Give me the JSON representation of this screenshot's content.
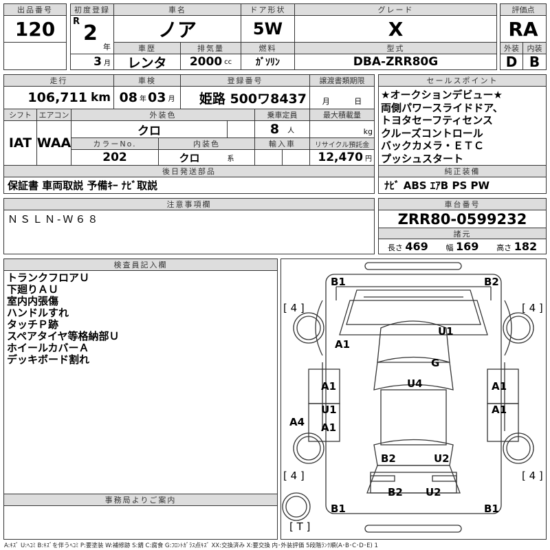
{
  "lot": {
    "label": "出品番号",
    "value": "120"
  },
  "first_reg": {
    "label": "初度登録",
    "era": "R",
    "year": "2",
    "year_unit": "年",
    "month": "3",
    "month_unit": "月"
  },
  "car_name": {
    "label": "車名",
    "value": "ノア"
  },
  "door": {
    "label": "ドア形状",
    "value": "5W"
  },
  "grade": {
    "label": "グレード",
    "value": "X"
  },
  "history": {
    "label": "車歴",
    "value": "レンタ"
  },
  "displacement": {
    "label": "排気量",
    "value": "2000",
    "unit": "cc"
  },
  "fuel": {
    "label": "燃料",
    "value": "ｶﾞｿﾘﾝ"
  },
  "model": {
    "label": "型式",
    "value": "DBA-ZRR80G"
  },
  "score": {
    "label": "評価点",
    "value": "RA",
    "ext_label": "外装",
    "int_label": "内装",
    "ext": "D",
    "int": "B"
  },
  "mileage": {
    "label": "走行",
    "value": "106,711",
    "unit": "km"
  },
  "inspection": {
    "label": "車検",
    "year": "08",
    "year_unit": "年",
    "month": "03",
    "month_unit": "月"
  },
  "plate": {
    "label": "登録番号",
    "value": "姫路 500ワ8437"
  },
  "transfer": {
    "label": "譲渡書類期限",
    "month_unit": "月",
    "day_unit": "日"
  },
  "shift": {
    "label": "シフト",
    "value": "IAT"
  },
  "aircon": {
    "label": "エアコン",
    "value": "WAA"
  },
  "ext_color": {
    "label": "外装色",
    "value": "クロ"
  },
  "capacity": {
    "label": "乗車定員",
    "value": "8",
    "unit": "人"
  },
  "max_load": {
    "label": "最大積載量",
    "unit": "kg"
  },
  "color_no": {
    "label": "カラーNo.",
    "value": "202"
  },
  "int_color": {
    "label": "内装色",
    "value": "クロ",
    "unit": "系"
  },
  "import": {
    "label": "輸入車"
  },
  "recycle": {
    "label": "リサイクル預託金",
    "value": "12,470",
    "unit": "円"
  },
  "later_parts": {
    "label": "後日発送部品",
    "value": "保証書 車両取説 予備ｷｰ ﾅﾋﾞ取説"
  },
  "sales_points": {
    "label": "セールスポイント",
    "lines": [
      "★オークションデビュー★",
      "両側パワースライドドア、",
      "トヨタセーフティセンス",
      "クルーズコントロール",
      "バックカメラ・ＥＴＣ",
      "プッシュスタート"
    ]
  },
  "equipment": {
    "label": "純正装備",
    "value": "ﾅﾋﾞ ABS ｴｱB PS PW"
  },
  "notes": {
    "label": "注意事項欄",
    "value": "ＮＳＬＮ-Ｗ６８"
  },
  "chassis": {
    "label": "車台番号",
    "value": "ZRR80-0599232"
  },
  "specs": {
    "label": "諸元",
    "length_label": "長さ",
    "length": "469",
    "width_label": "幅",
    "width": "169",
    "height_label": "高さ",
    "height": "182"
  },
  "inspector": {
    "label": "検査員記入欄",
    "lines": [
      "トランクフロアＵ",
      "下廻りＡＵ",
      "室内内張傷",
      "ハンドルすれ",
      "タッチＰ跡",
      "スペアタイヤ等格納部Ｕ",
      "ホイールカバーＡ",
      "デッキボード割れ"
    ]
  },
  "office": {
    "label": "事務局よりご案内"
  },
  "diagram": {
    "tire_fl": "[ 4 ]",
    "tire_fr": "[ 4 ]",
    "tire_rl": "[ 4 ]",
    "tire_rr": "[ 4 ]",
    "spare": "[ T ]",
    "marks": {
      "b1_tl": "B1",
      "b2_tr": "B2",
      "u1_hood": "U1",
      "a1_lf": "A1",
      "g_glass": "G",
      "a1_l1": "A1",
      "u4_roof": "U4",
      "a1_r1": "A1",
      "u1_l": "U1",
      "a1_r2": "A1",
      "a1_l2": "A1",
      "a4_l": "A4",
      "b2_rg": "B2",
      "u2_rg": "U2",
      "b2_rb": "B2",
      "u2_rb": "U2",
      "b1_bl": "B1",
      "b1_br": "B1"
    }
  },
  "legend": "A:ｷｽﾞ U:ﾍｺﾐ B:ｷｽﾞを伴うﾍｺﾐ P:要塗装 W:補修跡 S:錆 C:腐食 G:ﾌﾛﾝﾄｶﾞﾗｽ点ｷｽﾞ XX:交換済み X:要交換 内･外装評価 5段階ﾗﾝｸ順(A･B･C･D･E) 1"
}
